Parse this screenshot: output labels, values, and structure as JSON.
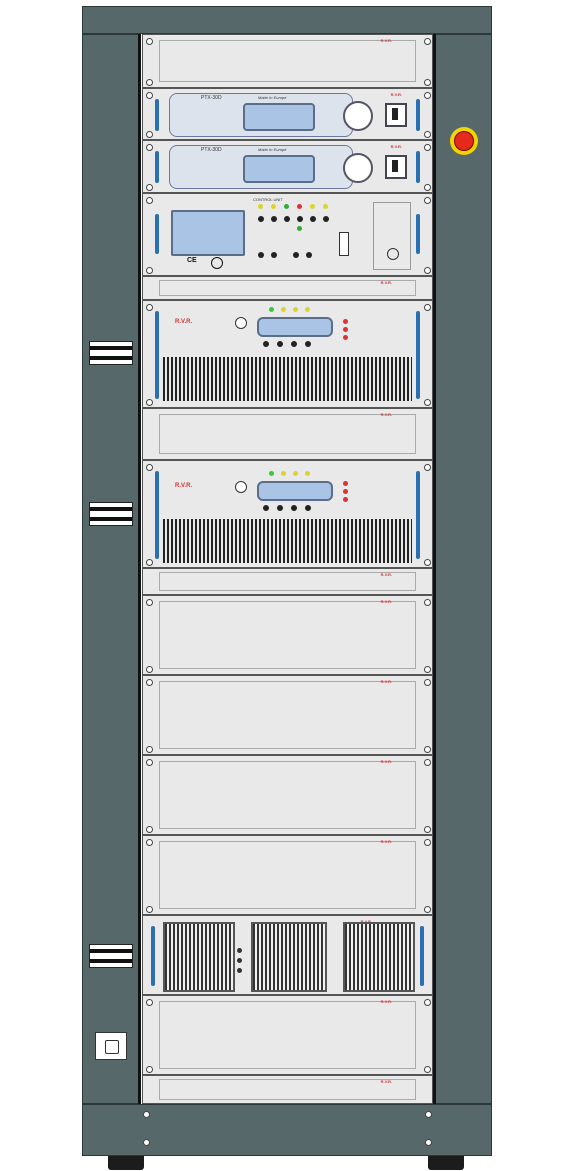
{
  "cabinet": {
    "colors": {
      "frame": "#56686a",
      "panel": "#e9e9e9",
      "lcd": "#a9c4e4",
      "handle": "#2a6fb0",
      "estop": "#e52a1a"
    },
    "brand_logo": "R.V.R.",
    "units": [
      {
        "type": "blank",
        "label": "R.V.R."
      },
      {
        "type": "exciter",
        "model": "PTX-30D",
        "title": "Made In Europe",
        "label": "R.V.R."
      },
      {
        "type": "exciter",
        "model": "PTX-30D",
        "title": "Made In Europe",
        "label": "R.V.R."
      },
      {
        "type": "control",
        "header": "CONTROL UNIT"
      },
      {
        "type": "blank",
        "label": "R.V.R."
      },
      {
        "type": "amplifier",
        "label": "R.V.R."
      },
      {
        "type": "blank",
        "label": "R.V.R."
      },
      {
        "type": "amplifier",
        "label": "R.V.R."
      },
      {
        "type": "blank",
        "label": "R.V.R."
      },
      {
        "type": "blank",
        "label": "R.V.R."
      },
      {
        "type": "blank",
        "label": "R.V.R."
      },
      {
        "type": "blank",
        "label": "R.V.R."
      },
      {
        "type": "blank",
        "label": "R.V.R."
      },
      {
        "type": "power_supply",
        "label": "R.V.R."
      },
      {
        "type": "blank",
        "label": "R.V.R."
      },
      {
        "type": "blank",
        "label": "R.V.R."
      }
    ],
    "icons": [
      "emergency-stop-icon",
      "power-outlet-icon",
      "ce-mark-icon"
    ]
  }
}
